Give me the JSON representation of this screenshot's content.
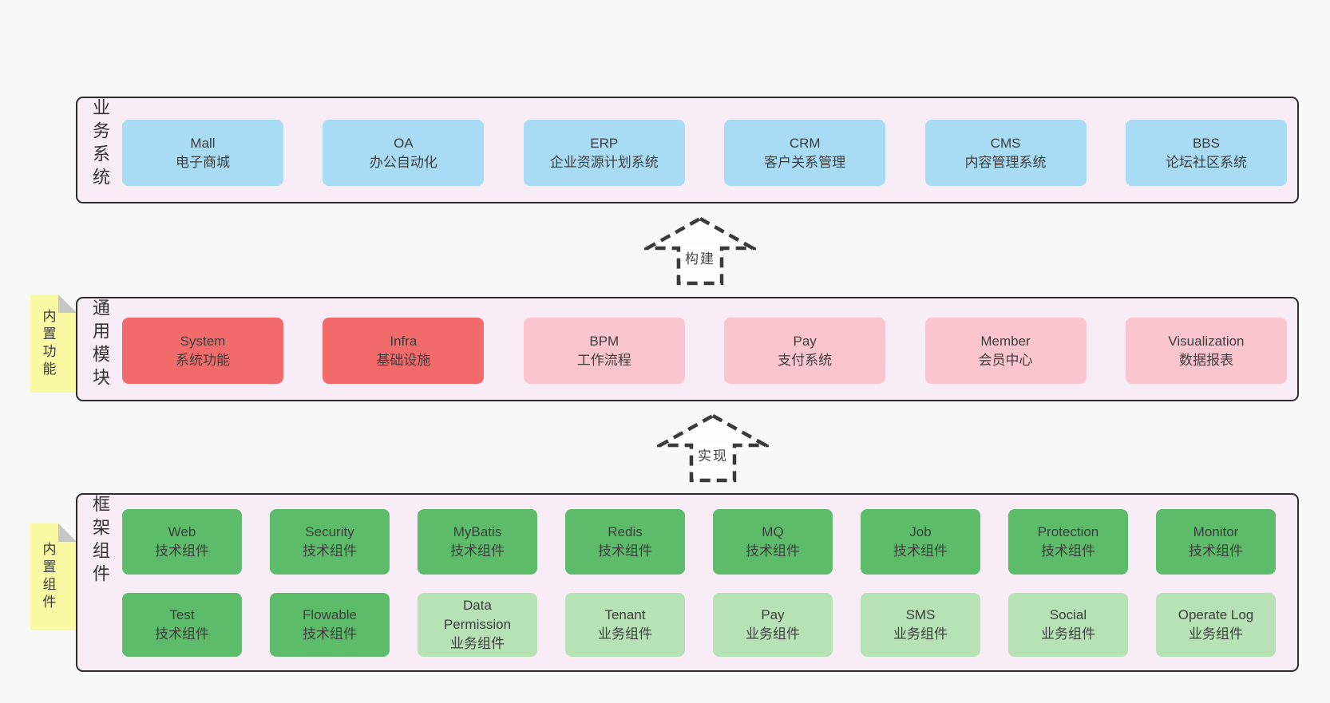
{
  "palette": {
    "page-bg": "#f8f8f8",
    "panel-bg": "#f8edf6",
    "border": "#2d2d2d",
    "text": "#3d3d3d",
    "box-blue": "#a8dbf4",
    "box-red": "#f16b6b",
    "box-pink": "#fac5ce",
    "box-green": "#5cbc6a",
    "box-green-light": "#b6e2b6",
    "tab-yellow": "#fbfaa4",
    "fold-gray": "#c6c6c6",
    "arrow-stroke": "#3a3a3a"
  },
  "layers": {
    "business": {
      "side_label": "业务系统",
      "boxes": [
        {
          "name": "Mall",
          "desc": "电子商城",
          "variant": "blue"
        },
        {
          "name": "OA",
          "desc": "办公自动化",
          "variant": "blue"
        },
        {
          "name": "ERP",
          "desc": "企业资源计划系统",
          "variant": "blue"
        },
        {
          "name": "CRM",
          "desc": "客户关系管理",
          "variant": "blue"
        },
        {
          "name": "CMS",
          "desc": "内容管理系统",
          "variant": "blue"
        },
        {
          "name": "BBS",
          "desc": "论坛社区系统",
          "variant": "blue"
        }
      ]
    },
    "modules": {
      "side_label": "通用模块",
      "tab_label": "内置功能",
      "boxes": [
        {
          "name": "System",
          "desc": "系统功能",
          "variant": "red"
        },
        {
          "name": "Infra",
          "desc": "基础设施",
          "variant": "red"
        },
        {
          "name": "BPM",
          "desc": "工作流程",
          "variant": "pink"
        },
        {
          "name": "Pay",
          "desc": "支付系统",
          "variant": "pink"
        },
        {
          "name": "Member",
          "desc": "会员中心",
          "variant": "pink"
        },
        {
          "name": "Visualization",
          "desc": "数据报表",
          "variant": "pink"
        }
      ]
    },
    "components": {
      "side_label": "框架组件",
      "tab_label": "内置组件",
      "rows": [
        [
          {
            "name": "Web",
            "desc": "技术组件",
            "variant": "green"
          },
          {
            "name": "Security",
            "desc": "技术组件",
            "variant": "green"
          },
          {
            "name": "MyBatis",
            "desc": "技术组件",
            "variant": "green"
          },
          {
            "name": "Redis",
            "desc": "技术组件",
            "variant": "green"
          },
          {
            "name": "MQ",
            "desc": "技术组件",
            "variant": "green"
          },
          {
            "name": "Job",
            "desc": "技术组件",
            "variant": "green"
          },
          {
            "name": "Protection",
            "desc": "技术组件",
            "variant": "green"
          },
          {
            "name": "Monitor",
            "desc": "技术组件",
            "variant": "green"
          }
        ],
        [
          {
            "name": "Test",
            "desc": "技术组件",
            "variant": "green"
          },
          {
            "name": "Flowable",
            "desc": "技术组件",
            "variant": "green"
          },
          {
            "name": "Data Permission",
            "desc": "业务组件",
            "variant": "green-light"
          },
          {
            "name": "Tenant",
            "desc": "业务组件",
            "variant": "green-light"
          },
          {
            "name": "Pay",
            "desc": "业务组件",
            "variant": "green-light"
          },
          {
            "name": "SMS",
            "desc": "业务组件",
            "variant": "green-light"
          },
          {
            "name": "Social",
            "desc": "业务组件",
            "variant": "green-light"
          },
          {
            "name": "Operate Log",
            "desc": "业务组件",
            "variant": "green-light"
          }
        ]
      ]
    }
  },
  "arrows": [
    {
      "label": "构建"
    },
    {
      "label": "实现"
    }
  ]
}
